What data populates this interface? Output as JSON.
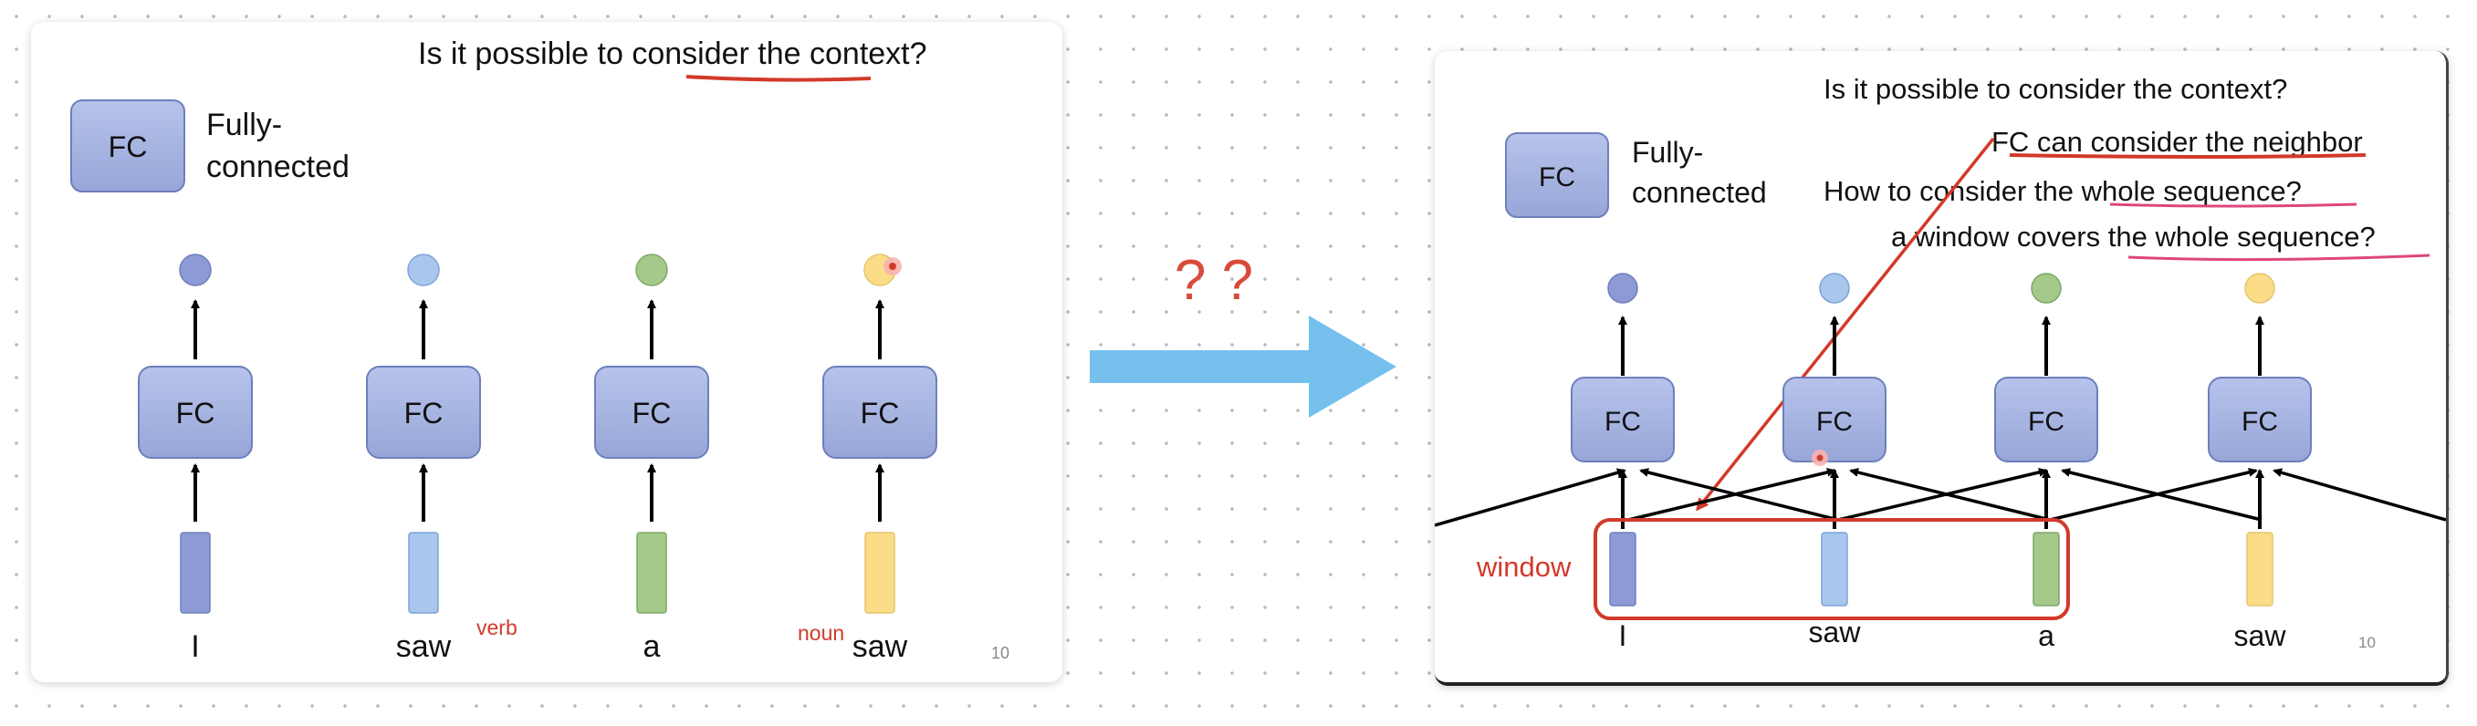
{
  "middle": {
    "question_marks": "? ?"
  },
  "left_slide": {
    "title": "Is it possible to consider the context?",
    "legend": {
      "box": "FC",
      "line1": "Fully-",
      "line2": "connected"
    },
    "fc_labels": [
      "FC",
      "FC",
      "FC",
      "FC"
    ],
    "words": [
      "I",
      "saw",
      "a",
      "saw"
    ],
    "annotations": {
      "verb": "verb",
      "noun": "noun"
    },
    "page_number": "10"
  },
  "right_slide": {
    "lines": [
      "Is it possible to consider the context?",
      "FC can consider the neighbor",
      "How to consider the whole sequence?",
      "a window covers the whole sequence?"
    ],
    "legend": {
      "box": "FC",
      "line1": "Fully-",
      "line2": "connected"
    },
    "fc_labels": [
      "FC",
      "FC",
      "FC",
      "FC"
    ],
    "words": [
      "I",
      "saw",
      "a",
      "saw"
    ],
    "window_label": "window",
    "page_number": "10"
  },
  "colors": {
    "fc_fill": "#a4b3e0",
    "fc_stroke": "#6e7fbc",
    "annotation_red": "#d23a2a",
    "annotation_pink": "#e0457f",
    "arrow_blue": "#76c0ee",
    "word_colors": [
      "#8e9ad6",
      "#a9c7ec",
      "#a5c98b",
      "#fbdd88"
    ]
  }
}
